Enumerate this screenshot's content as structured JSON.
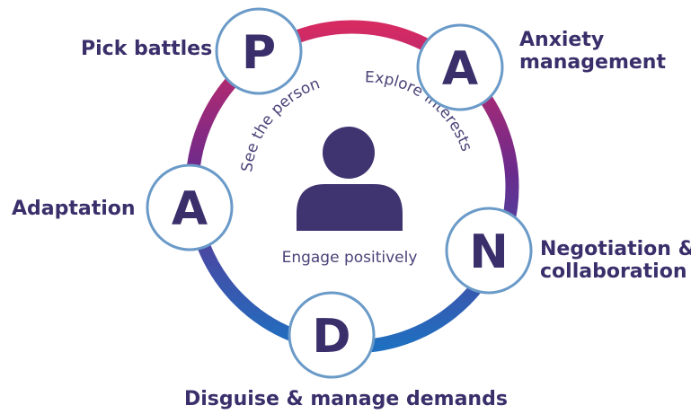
{
  "nodes": [
    {
      "id": "p",
      "letter": "P",
      "label": "Pick battles"
    },
    {
      "id": "a1",
      "letter": "A",
      "label": "Anxiety management"
    },
    {
      "id": "n",
      "letter": "N",
      "label": "Negotiation & collaboration"
    },
    {
      "id": "d",
      "letter": "D",
      "label": "Disguise & manage demands"
    },
    {
      "id": "a2",
      "letter": "A",
      "label": "Adaptation"
    }
  ],
  "center": {
    "left_text": "See the person",
    "right_text": "Explore interests",
    "bottom_text": "Engage positively",
    "icon": "person-icon"
  },
  "labels": {
    "pick_battles": "Pick battles",
    "anxiety_line1": "Anxiety",
    "anxiety_line2": "management",
    "negotiation_line1": "Negotiation &",
    "negotiation_line2": "collaboration",
    "disguise": "Disguise & manage demands",
    "adaptation": "Adaptation"
  },
  "colors": {
    "ring_top": "#d62a63",
    "ring_mid": "#6b2a8c",
    "ring_bottom": "#1f6fc0",
    "node_border": "#6a9ac8",
    "text": "#3a2f6b",
    "icon": "#3f3470"
  }
}
